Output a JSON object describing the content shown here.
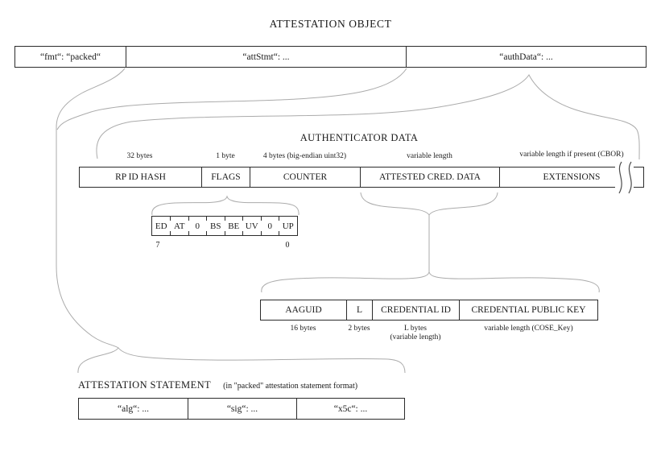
{
  "title": "ATTESTATION OBJECT",
  "attestation_object": {
    "cells": [
      {
        "label": "“fmt“: “packed“"
      },
      {
        "label": "“attStmt“: ..."
      },
      {
        "label": "“authData“: ..."
      }
    ]
  },
  "authenticator_data": {
    "title": "AUTHENTICATOR DATA",
    "fields": [
      {
        "name": "RP ID HASH",
        "size": "32 bytes"
      },
      {
        "name": "FLAGS",
        "size": "1 byte"
      },
      {
        "name": "COUNTER",
        "size": "4 bytes (big-endian uint32)"
      },
      {
        "name": "ATTESTED CRED. DATA",
        "size": "variable length"
      },
      {
        "name": "EXTENSIONS",
        "size": "variable length if present (CBOR)"
      }
    ]
  },
  "flags": {
    "bits": [
      "ED",
      "AT",
      "0",
      "BS",
      "BE",
      "UV",
      "0",
      "UP"
    ],
    "high_bit": "7",
    "low_bit": "0"
  },
  "attested_credential_data": {
    "fields": [
      {
        "name": "AAGUID",
        "size": "16 bytes"
      },
      {
        "name": "L",
        "size": "2 bytes"
      },
      {
        "name": "CREDENTIAL ID",
        "size": "L bytes",
        "size2": "(variable length)"
      },
      {
        "name": "CREDENTIAL PUBLIC KEY",
        "size": "variable length (COSE_Key)"
      }
    ]
  },
  "attestation_statement": {
    "title": "ATTESTATION STATEMENT",
    "subtitle": "(in \"packed\" attestation statement format)",
    "cells": [
      {
        "label": "“alg“: ..."
      },
      {
        "label": "“sig“: ..."
      },
      {
        "label": "“x5c“: ..."
      }
    ]
  }
}
